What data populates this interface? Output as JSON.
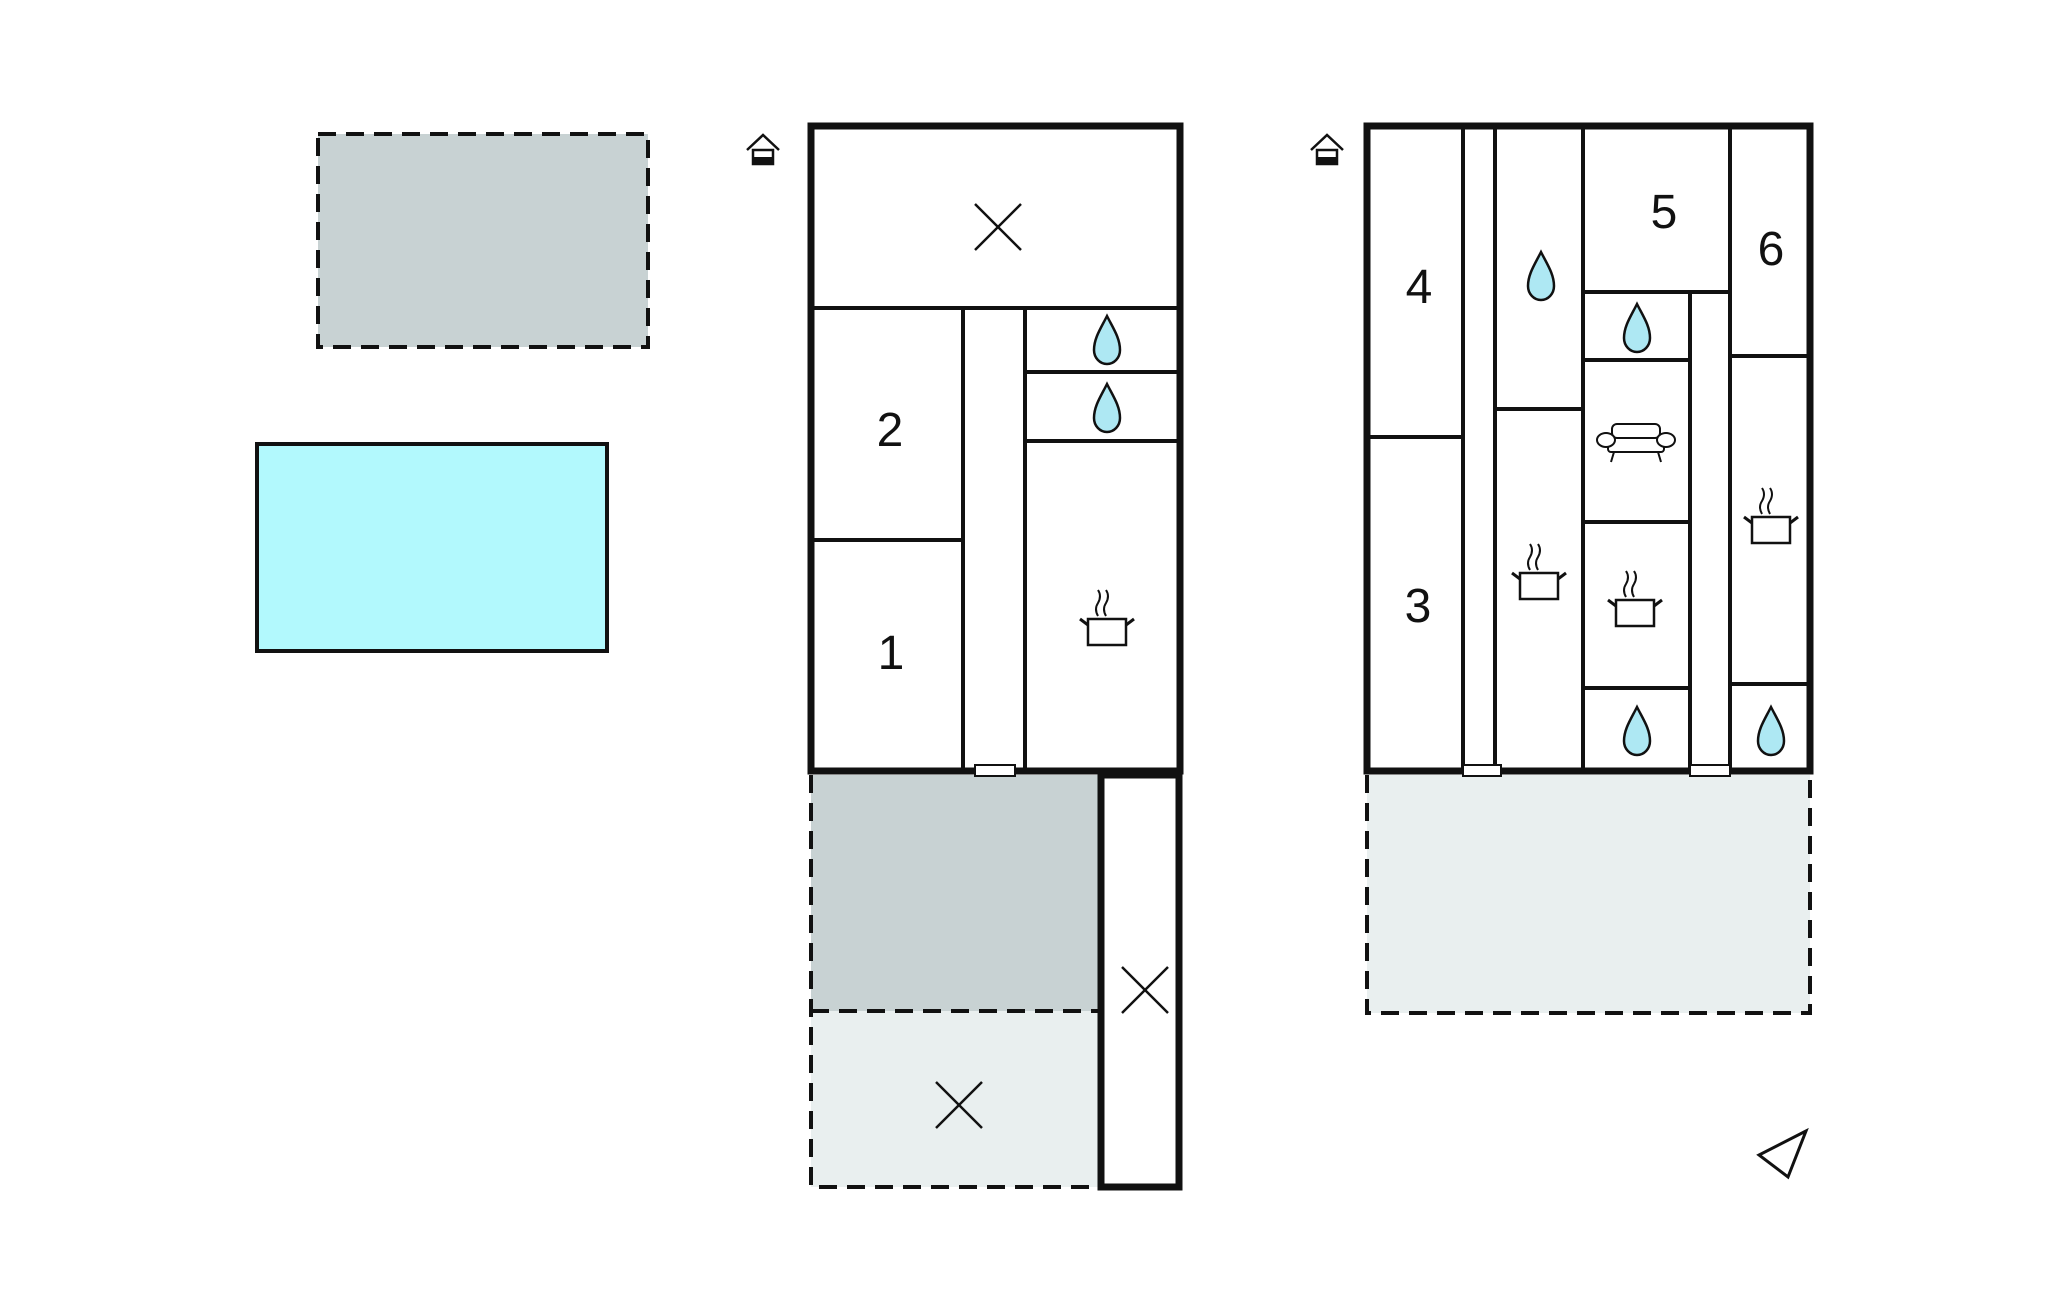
{
  "rooms": {
    "room_1": "1",
    "room_2": "2",
    "room_3": "3",
    "room_4": "4",
    "room_5": "5",
    "room_6": "6"
  },
  "colors": {
    "wall": "#111111",
    "pool": "#b2f9fd",
    "terrace_dark": "#c8d2d3",
    "terrace_light": "#e9efef",
    "water_drop": "#aee8f3",
    "background": "#ffffff"
  },
  "icons": {
    "entrance": "house-entrance-icon",
    "bathroom": "water-drop-icon",
    "kitchen": "cooking-pot-icon",
    "living": "sofa-icon",
    "unused": "cross-icon",
    "north": "north-arrow-icon"
  }
}
